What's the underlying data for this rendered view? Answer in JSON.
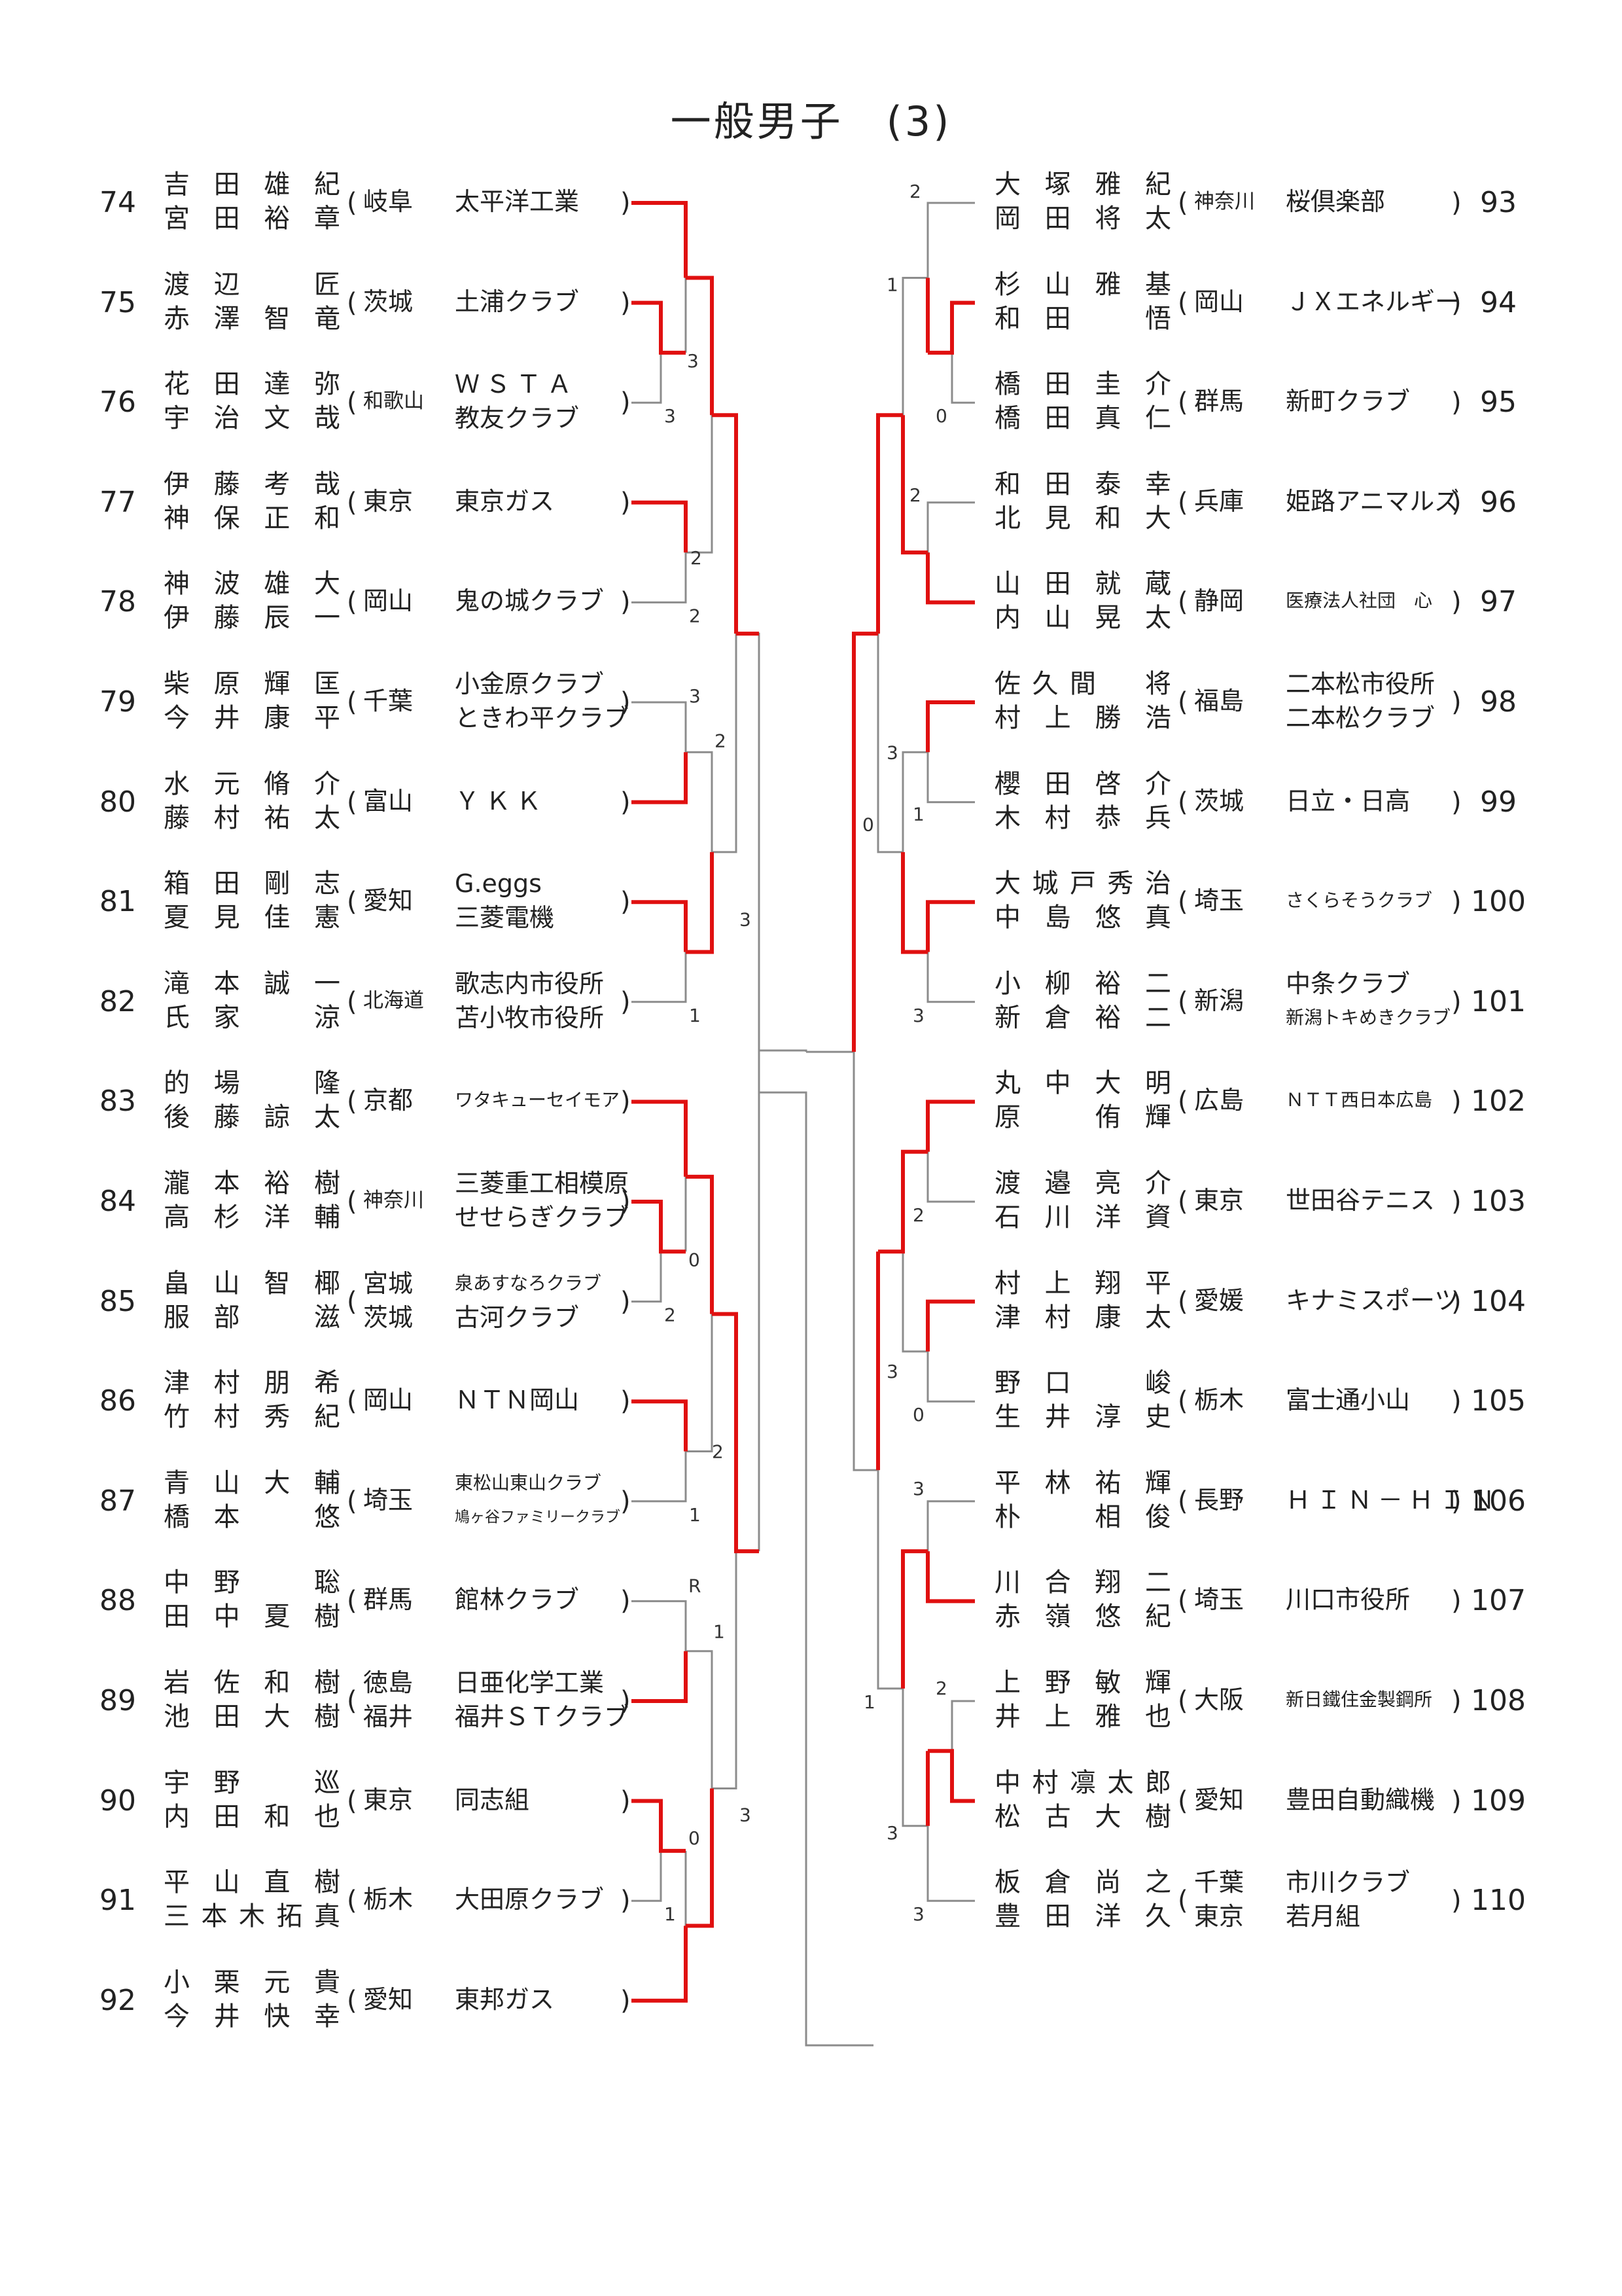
{
  "title": "一般男子　(3)",
  "left": [
    {
      "num": "74",
      "names": [
        "吉田雄紀",
        "宮田裕章"
      ],
      "prefs": [
        "岐阜"
      ],
      "clubs": [
        "太平洋工業"
      ]
    },
    {
      "num": "75",
      "names": [
        "渡辺　匠",
        "赤澤智竜"
      ],
      "prefs": [
        "茨城"
      ],
      "clubs": [
        "土浦クラブ"
      ]
    },
    {
      "num": "76",
      "names": [
        "花田達弥",
        "宇治文哉"
      ],
      "prefs": [
        "和歌山"
      ],
      "clubs": [
        "ＷＳＴＡ",
        "教友クラブ"
      ]
    },
    {
      "num": "77",
      "names": [
        "伊藤考哉",
        "神保正和"
      ],
      "prefs": [
        "東京"
      ],
      "clubs": [
        "東京ガス"
      ]
    },
    {
      "num": "78",
      "names": [
        "神波雄大",
        "伊藤辰一"
      ],
      "prefs": [
        "岡山"
      ],
      "clubs": [
        "鬼の城クラブ"
      ]
    },
    {
      "num": "79",
      "names": [
        "柴原輝匡",
        "今井康平"
      ],
      "prefs": [
        "千葉"
      ],
      "clubs": [
        "小金原クラブ",
        "ときわ平クラブ"
      ]
    },
    {
      "num": "80",
      "names": [
        "水元脩介",
        "藤村祐太"
      ],
      "prefs": [
        "富山"
      ],
      "clubs": [
        "ＹＫＫ"
      ]
    },
    {
      "num": "81",
      "names": [
        "箱田剛志",
        "夏見佳憲"
      ],
      "prefs": [
        "愛知"
      ],
      "clubs": [
        "G.eggs",
        "三菱電機"
      ]
    },
    {
      "num": "82",
      "names": [
        "滝本誠一",
        "氏家　涼"
      ],
      "prefs": [
        "北海道"
      ],
      "clubs": [
        "歌志内市役所",
        "苫小牧市役所"
      ]
    },
    {
      "num": "83",
      "names": [
        "的場　隆",
        "後藤諒太"
      ],
      "prefs": [
        "京都"
      ],
      "clubs": [
        "ワタキューセイモア"
      ]
    },
    {
      "num": "84",
      "names": [
        "瀧本裕樹",
        "高杉洋輔"
      ],
      "prefs": [
        "神奈川"
      ],
      "clubs": [
        "三菱重工相模原",
        "せせらぎクラブ"
      ]
    },
    {
      "num": "85",
      "names": [
        "畠山智椰",
        "服部　滋"
      ],
      "prefs": [
        "宮城",
        "茨城"
      ],
      "clubs": [
        "泉あすなろクラブ",
        "古河クラブ"
      ]
    },
    {
      "num": "86",
      "names": [
        "津村朋希",
        "竹村秀紀"
      ],
      "prefs": [
        "岡山"
      ],
      "clubs": [
        "ＮＴＮ岡山"
      ]
    },
    {
      "num": "87",
      "names": [
        "青山大輔",
        "橋本　悠"
      ],
      "prefs": [
        "埼玉"
      ],
      "clubs": [
        "東松山東山クラブ",
        "鳩ヶ谷ファミリークラブ"
      ]
    },
    {
      "num": "88",
      "names": [
        "中野　聡",
        "田中夏樹"
      ],
      "prefs": [
        "群馬"
      ],
      "clubs": [
        "館林クラブ"
      ]
    },
    {
      "num": "89",
      "names": [
        "岩佐和樹",
        "池田大樹"
      ],
      "prefs": [
        "徳島",
        "福井"
      ],
      "clubs": [
        "日亜化学工業",
        "福井ＳＴクラブ"
      ]
    },
    {
      "num": "90",
      "names": [
        "宇野　巡",
        "内田和也"
      ],
      "prefs": [
        "東京"
      ],
      "clubs": [
        "同志組"
      ]
    },
    {
      "num": "91",
      "names": [
        "平山直樹",
        "三本木拓真"
      ],
      "prefs": [
        "栃木"
      ],
      "clubs": [
        "大田原クラブ"
      ]
    },
    {
      "num": "92",
      "names": [
        "小栗元貴",
        "今井快幸"
      ],
      "prefs": [
        "愛知"
      ],
      "clubs": [
        "東邦ガス"
      ]
    }
  ],
  "right": [
    {
      "num": "93",
      "names": [
        "大塚雅紀",
        "岡田将太"
      ],
      "prefs": [
        "神奈川"
      ],
      "clubs": [
        "桜倶楽部"
      ]
    },
    {
      "num": "94",
      "names": [
        "杉山雅基",
        "和田　悟"
      ],
      "prefs": [
        "岡山"
      ],
      "clubs": [
        "ＪＸエネルギー"
      ]
    },
    {
      "num": "95",
      "names": [
        "橋田圭介",
        "橋田真仁"
      ],
      "prefs": [
        "群馬"
      ],
      "clubs": [
        "新町クラブ"
      ]
    },
    {
      "num": "96",
      "names": [
        "和田泰幸",
        "北見和大"
      ],
      "prefs": [
        "兵庫"
      ],
      "clubs": [
        "姫路アニマルズ"
      ]
    },
    {
      "num": "97",
      "names": [
        "山田就蔵",
        "内山晃太"
      ],
      "prefs": [
        "静岡"
      ],
      "clubs": [
        "医療法人社団　心"
      ]
    },
    {
      "num": "98",
      "names": [
        "佐久間　将",
        "村上勝浩"
      ],
      "prefs": [
        "福島"
      ],
      "clubs": [
        "二本松市役所",
        "二本松クラブ"
      ]
    },
    {
      "num": "99",
      "names": [
        "櫻田啓介",
        "木村恭兵"
      ],
      "prefs": [
        "茨城"
      ],
      "clubs": [
        "日立・日高"
      ]
    },
    {
      "num": "100",
      "names": [
        "大城戸秀治",
        "中島悠真"
      ],
      "prefs": [
        "埼玉"
      ],
      "clubs": [
        "さくらそうクラブ"
      ]
    },
    {
      "num": "101",
      "names": [
        "小柳裕二",
        "新倉裕二"
      ],
      "prefs": [
        "新潟"
      ],
      "clubs": [
        "中条クラブ",
        "新潟トキめきクラブ"
      ]
    },
    {
      "num": "102",
      "names": [
        "丸中大明",
        "原　侑輝"
      ],
      "prefs": [
        "広島"
      ],
      "clubs": [
        "ＮＴＴ西日本広島"
      ]
    },
    {
      "num": "103",
      "names": [
        "渡邉亮介",
        "石川洋資"
      ],
      "prefs": [
        "東京"
      ],
      "clubs": [
        "世田谷テニス"
      ]
    },
    {
      "num": "104",
      "names": [
        "村上翔平",
        "津村康太"
      ],
      "prefs": [
        "愛媛"
      ],
      "clubs": [
        "キナミスポーツ"
      ]
    },
    {
      "num": "105",
      "names": [
        "野口　峻",
        "生井淳史"
      ],
      "prefs": [
        "栃木"
      ],
      "clubs": [
        "富士通小山"
      ]
    },
    {
      "num": "106",
      "names": [
        "平林祐輝",
        "朴　相俊"
      ],
      "prefs": [
        "長野"
      ],
      "clubs": [
        "ＨＩＮ－ＨＩＮ"
      ]
    },
    {
      "num": "107",
      "names": [
        "川合翔二",
        "赤嶺悠紀"
      ],
      "prefs": [
        "埼玉"
      ],
      "clubs": [
        "川口市役所"
      ]
    },
    {
      "num": "108",
      "names": [
        "上野敏輝",
        "井上雅也"
      ],
      "prefs": [
        "大阪"
      ],
      "clubs": [
        "新日鐵住金製鋼所"
      ]
    },
    {
      "num": "109",
      "names": [
        "中村凛太郎",
        "松古大樹"
      ],
      "prefs": [
        "愛知"
      ],
      "clubs": [
        "豊田自動織機"
      ]
    },
    {
      "num": "110",
      "names": [
        "板倉尚之",
        "豊田洋久"
      ],
      "prefs": [
        "千葉",
        "東京"
      ],
      "clubs": [
        "市川クラブ",
        "若月組"
      ]
    }
  ],
  "scores": {
    "l1": [
      "3",
      "3"
    ],
    "l2": [
      "2",
      "2"
    ],
    "l3": [
      "3",
      "2"
    ],
    "l4": [
      "3",
      "1"
    ],
    "l5": [
      "0",
      "2"
    ],
    "l6": [
      "2",
      "1"
    ],
    "l7": [
      "R",
      "1"
    ],
    "l8": [
      "0",
      "1"
    ],
    "l9": [
      "3"
    ],
    "r1": [
      "2",
      "1"
    ],
    "r2": [
      "0"
    ],
    "r3": [
      "2"
    ],
    "r4": [
      "3",
      "1"
    ],
    "r5": [
      "0",
      "3"
    ],
    "r6": [
      "2"
    ],
    "r7": [
      "3",
      "0"
    ],
    "r8": [
      "3"
    ],
    "r9": [
      "2",
      "1"
    ],
    "r10": [
      "3",
      "3"
    ]
  }
}
